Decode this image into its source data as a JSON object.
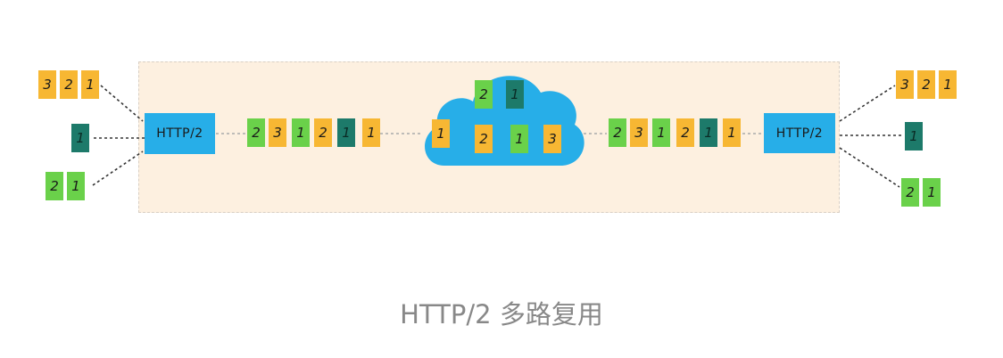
{
  "diagram": {
    "caption": "HTTP/2 多路复用",
    "left_node": "HTTP/2",
    "right_node": "HTTP/2",
    "left_streams": [
      {
        "frames": [
          {
            "label": "3",
            "color": "yellow"
          },
          {
            "label": "2",
            "color": "yellow"
          },
          {
            "label": "1",
            "color": "yellow"
          }
        ]
      },
      {
        "frames": [
          {
            "label": "1",
            "color": "teal"
          }
        ]
      },
      {
        "frames": [
          {
            "label": "2",
            "color": "green"
          },
          {
            "label": "1",
            "color": "green"
          }
        ]
      }
    ],
    "left_queue": [
      {
        "label": "2",
        "color": "green"
      },
      {
        "label": "3",
        "color": "yellow"
      },
      {
        "label": "1",
        "color": "green"
      },
      {
        "label": "2",
        "color": "yellow"
      },
      {
        "label": "1",
        "color": "teal"
      },
      {
        "label": "1",
        "color": "yellow"
      }
    ],
    "cloud_frames": [
      {
        "label": "2",
        "color": "green"
      },
      {
        "label": "1",
        "color": "teal"
      },
      {
        "label": "1",
        "color": "yellow"
      },
      {
        "label": "2",
        "color": "yellow"
      },
      {
        "label": "1",
        "color": "green"
      },
      {
        "label": "3",
        "color": "yellow"
      }
    ],
    "right_queue": [
      {
        "label": "2",
        "color": "green"
      },
      {
        "label": "3",
        "color": "yellow"
      },
      {
        "label": "1",
        "color": "green"
      },
      {
        "label": "2",
        "color": "yellow"
      },
      {
        "label": "1",
        "color": "teal"
      },
      {
        "label": "1",
        "color": "yellow"
      }
    ],
    "right_streams": [
      {
        "frames": [
          {
            "label": "3",
            "color": "yellow"
          },
          {
            "label": "2",
            "color": "yellow"
          },
          {
            "label": "1",
            "color": "yellow"
          }
        ]
      },
      {
        "frames": [
          {
            "label": "1",
            "color": "teal"
          }
        ]
      },
      {
        "frames": [
          {
            "label": "2",
            "color": "green"
          },
          {
            "label": "1",
            "color": "green"
          }
        ]
      }
    ],
    "colors": {
      "yellow": "#f7b733",
      "green": "#6ad14a",
      "teal": "#1d7a6a",
      "cloud": "#27aee8",
      "panel": "#fdf0e0"
    }
  }
}
